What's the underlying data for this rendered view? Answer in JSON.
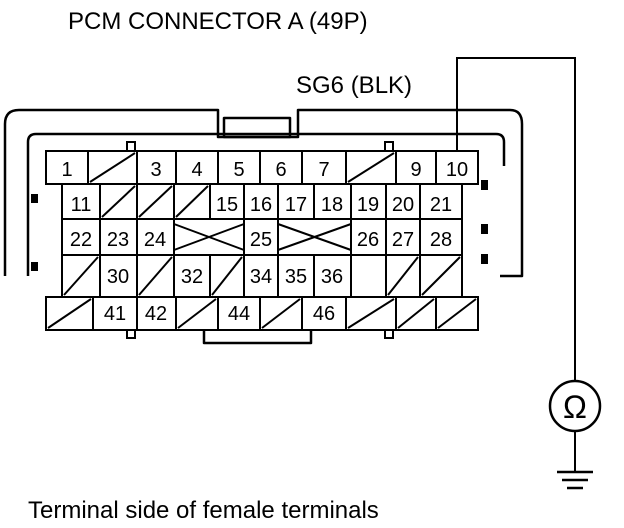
{
  "title": "PCM CONNECTOR A (49P)",
  "wire_label": "SG6 (BLK)",
  "caption": "Terminal side of female terminals",
  "meter_symbol": "Ω",
  "terminals": {
    "row1": [
      "1",
      "",
      "3",
      "4",
      "5",
      "6",
      "7",
      "",
      "9",
      "10"
    ],
    "row2": [
      "11",
      "",
      "",
      "",
      "15",
      "16",
      "17",
      "18",
      "19",
      "20",
      "21"
    ],
    "row3": [
      "22",
      "23",
      "24",
      "",
      "25",
      "",
      "26",
      "27",
      "28"
    ],
    "row4": [
      "",
      "30",
      "",
      "32",
      "",
      "34",
      "35",
      "36",
      "",
      ""
    ],
    "row5": [
      "",
      "41",
      "42",
      "",
      "44",
      "",
      "46",
      "",
      "",
      ""
    ]
  },
  "probe_terminal": "10",
  "colors": {
    "line": "#000000",
    "background": "#ffffff"
  }
}
